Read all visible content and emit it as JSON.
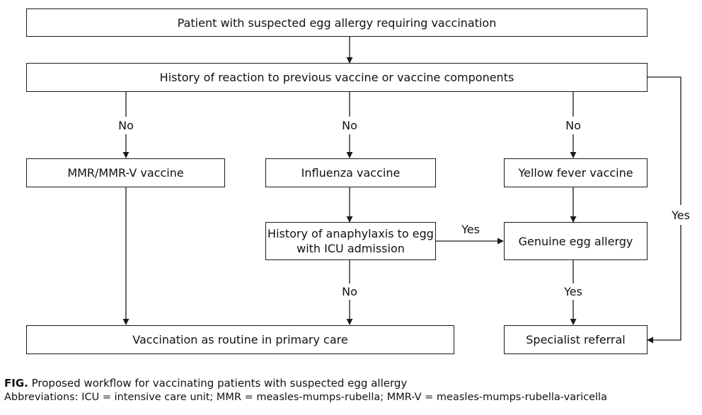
{
  "boxes": {
    "start": "Patient with suspected egg allergy requiring vaccination",
    "history": "History of reaction to previous vaccine or vaccine components",
    "mmr": "MMR/MMR-V vaccine",
    "influenza": "Influenza vaccine",
    "yellow_fever": "Yellow fever vaccine",
    "anaphylaxis_line1": "History of anaphylaxis to egg",
    "anaphylaxis_line2": "with ICU admission",
    "genuine": "Genuine egg allergy",
    "routine": "Vaccination as routine in primary care",
    "referral": "Specialist referral"
  },
  "edges": {
    "no_mmr": "No",
    "no_influenza": "No",
    "no_yellow": "No",
    "yes_anaphylaxis": "Yes",
    "no_anaphylaxis": "No",
    "yes_genuine": "Yes",
    "yes_history": "Yes"
  },
  "caption": {
    "label": "FIG.",
    "title": "Proposed workflow for vaccinating patients with suspected egg allergy",
    "abbreviations": "Abbreviations: ICU = intensive care unit; MMR = measles-mumps-rubella; MMR-V = measles-mumps-rubella-varicella"
  }
}
